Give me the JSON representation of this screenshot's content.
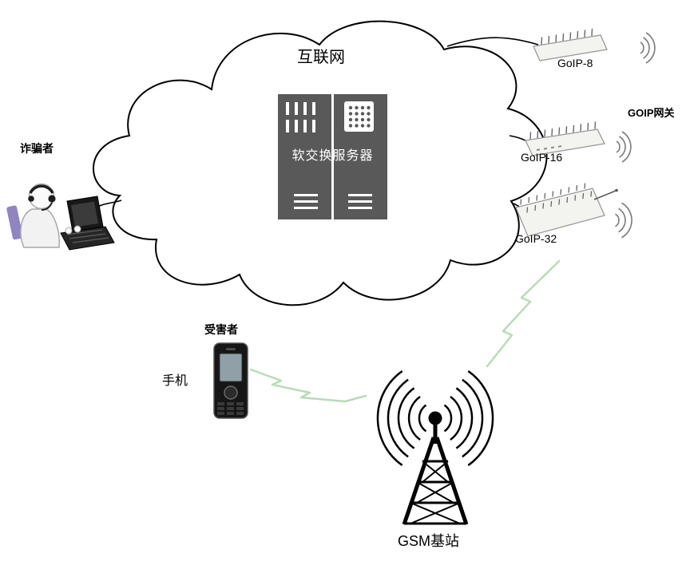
{
  "labels": {
    "internet": "互联网",
    "softswitch": "软交换服务器",
    "fraudster": "诈骗者",
    "goip8": "GoIP-8",
    "goip_gateway": "GOIP网关",
    "goip16": "GoIP-16",
    "goip32": "GoIP-32",
    "victim": "受害者",
    "phone": "手机",
    "gsm_station": "GSM基站"
  },
  "colors": {
    "server_fill": "#595959",
    "server_text": "#ffffff",
    "cloud_fill": "#ffffff",
    "outline": "#000000",
    "device_fill": "#f3f3ef",
    "device_edge": "#999999",
    "wave": "#7a7a7a",
    "lightning": "#b7dcb7",
    "phone_body": "#161616",
    "phone_screen": "#8fa0a8",
    "purple_accent": "#9185c0"
  }
}
